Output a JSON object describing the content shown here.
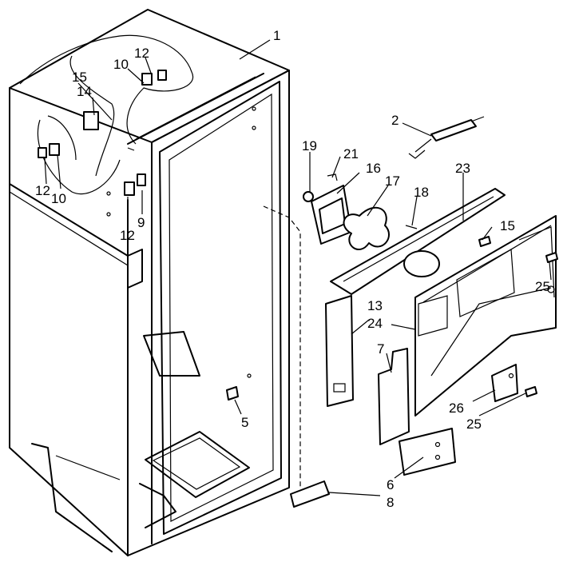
{
  "callouts": [
    {
      "id": "c1",
      "text": "1"
    },
    {
      "id": "c2",
      "text": "2"
    },
    {
      "id": "c5",
      "text": "5"
    },
    {
      "id": "c6",
      "text": "6"
    },
    {
      "id": "c7",
      "text": "7"
    },
    {
      "id": "c8",
      "text": "8"
    },
    {
      "id": "c9",
      "text": "9"
    },
    {
      "id": "c10a",
      "text": "10"
    },
    {
      "id": "c10b",
      "text": "10"
    },
    {
      "id": "c12a",
      "text": "12"
    },
    {
      "id": "c12b",
      "text": "12"
    },
    {
      "id": "c12c",
      "text": "12"
    },
    {
      "id": "c13",
      "text": "13"
    },
    {
      "id": "c14",
      "text": "14"
    },
    {
      "id": "c15a",
      "text": "15"
    },
    {
      "id": "c15b",
      "text": "15"
    },
    {
      "id": "c16",
      "text": "16"
    },
    {
      "id": "c17",
      "text": "17"
    },
    {
      "id": "c18",
      "text": "18"
    },
    {
      "id": "c19",
      "text": "19"
    },
    {
      "id": "c21",
      "text": "21"
    },
    {
      "id": "c23",
      "text": "23"
    },
    {
      "id": "c24",
      "text": "24"
    },
    {
      "id": "c25a",
      "text": "25"
    },
    {
      "id": "c25b",
      "text": "25"
    },
    {
      "id": "c26",
      "text": "26"
    }
  ]
}
